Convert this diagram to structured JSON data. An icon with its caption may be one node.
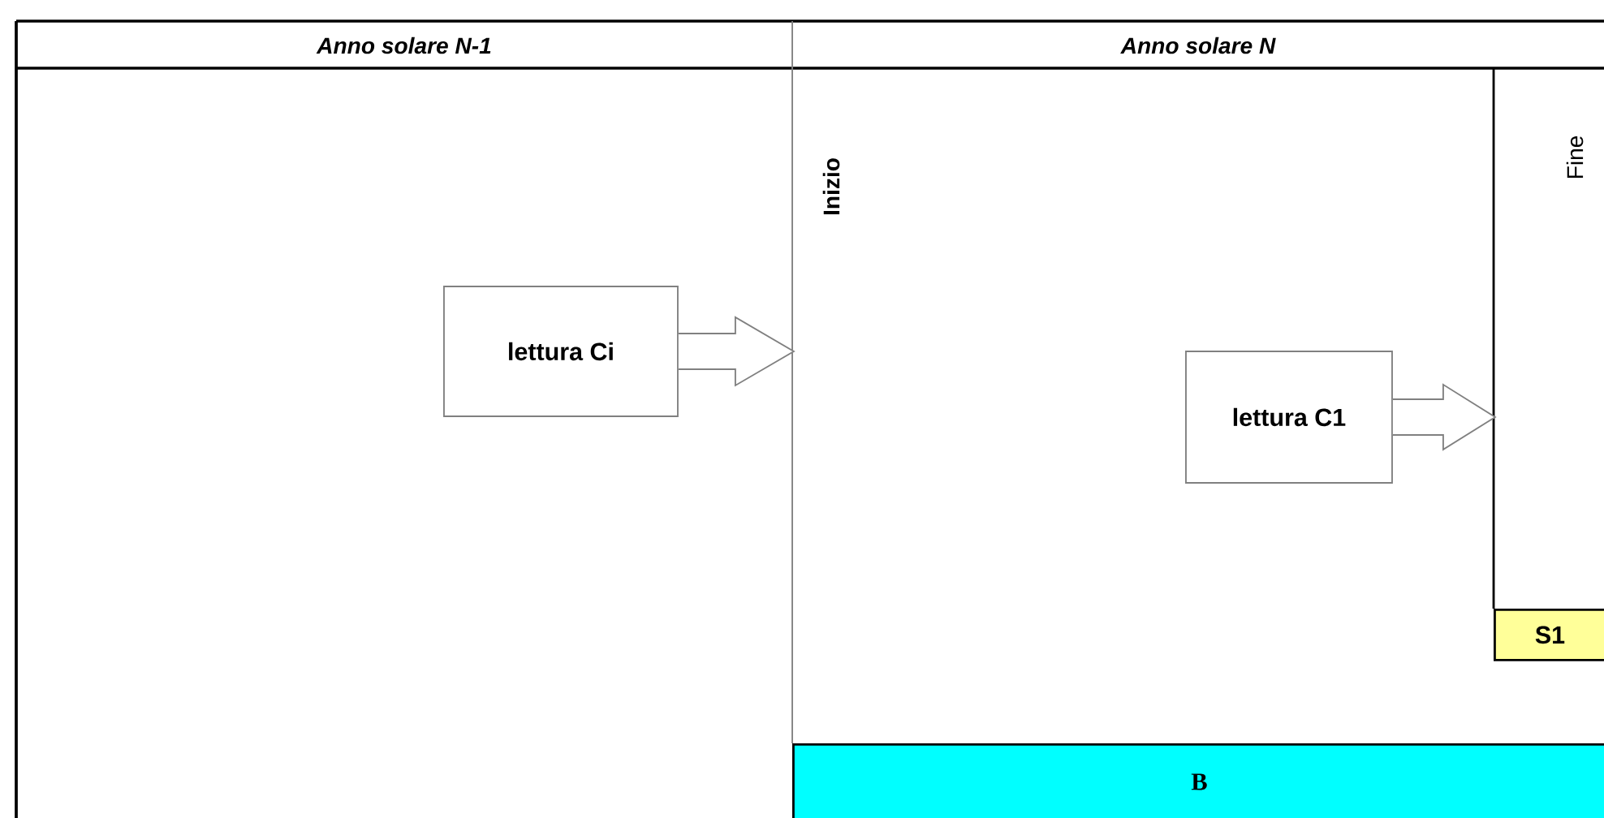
{
  "diagram": {
    "nodes": [
      {
        "text": [
          "lettura  Ci"
        ]
      },
      {
        "text": [
          "lettura  C1"
        ]
      },
      {
        "text": [
          "S1"
        ]
      },
      {
        "text": [
          "B"
        ]
      }
    ],
    "edges": [
      {
        "from": 0,
        "to": null,
        "arrow": "to"
      },
      {
        "from": 1,
        "to": null,
        "arrow": "to"
      }
    ],
    "labels": [
      "Anno solare N-1",
      "Anno solare N",
      "Inizio",
      "Fine"
    ]
  }
}
